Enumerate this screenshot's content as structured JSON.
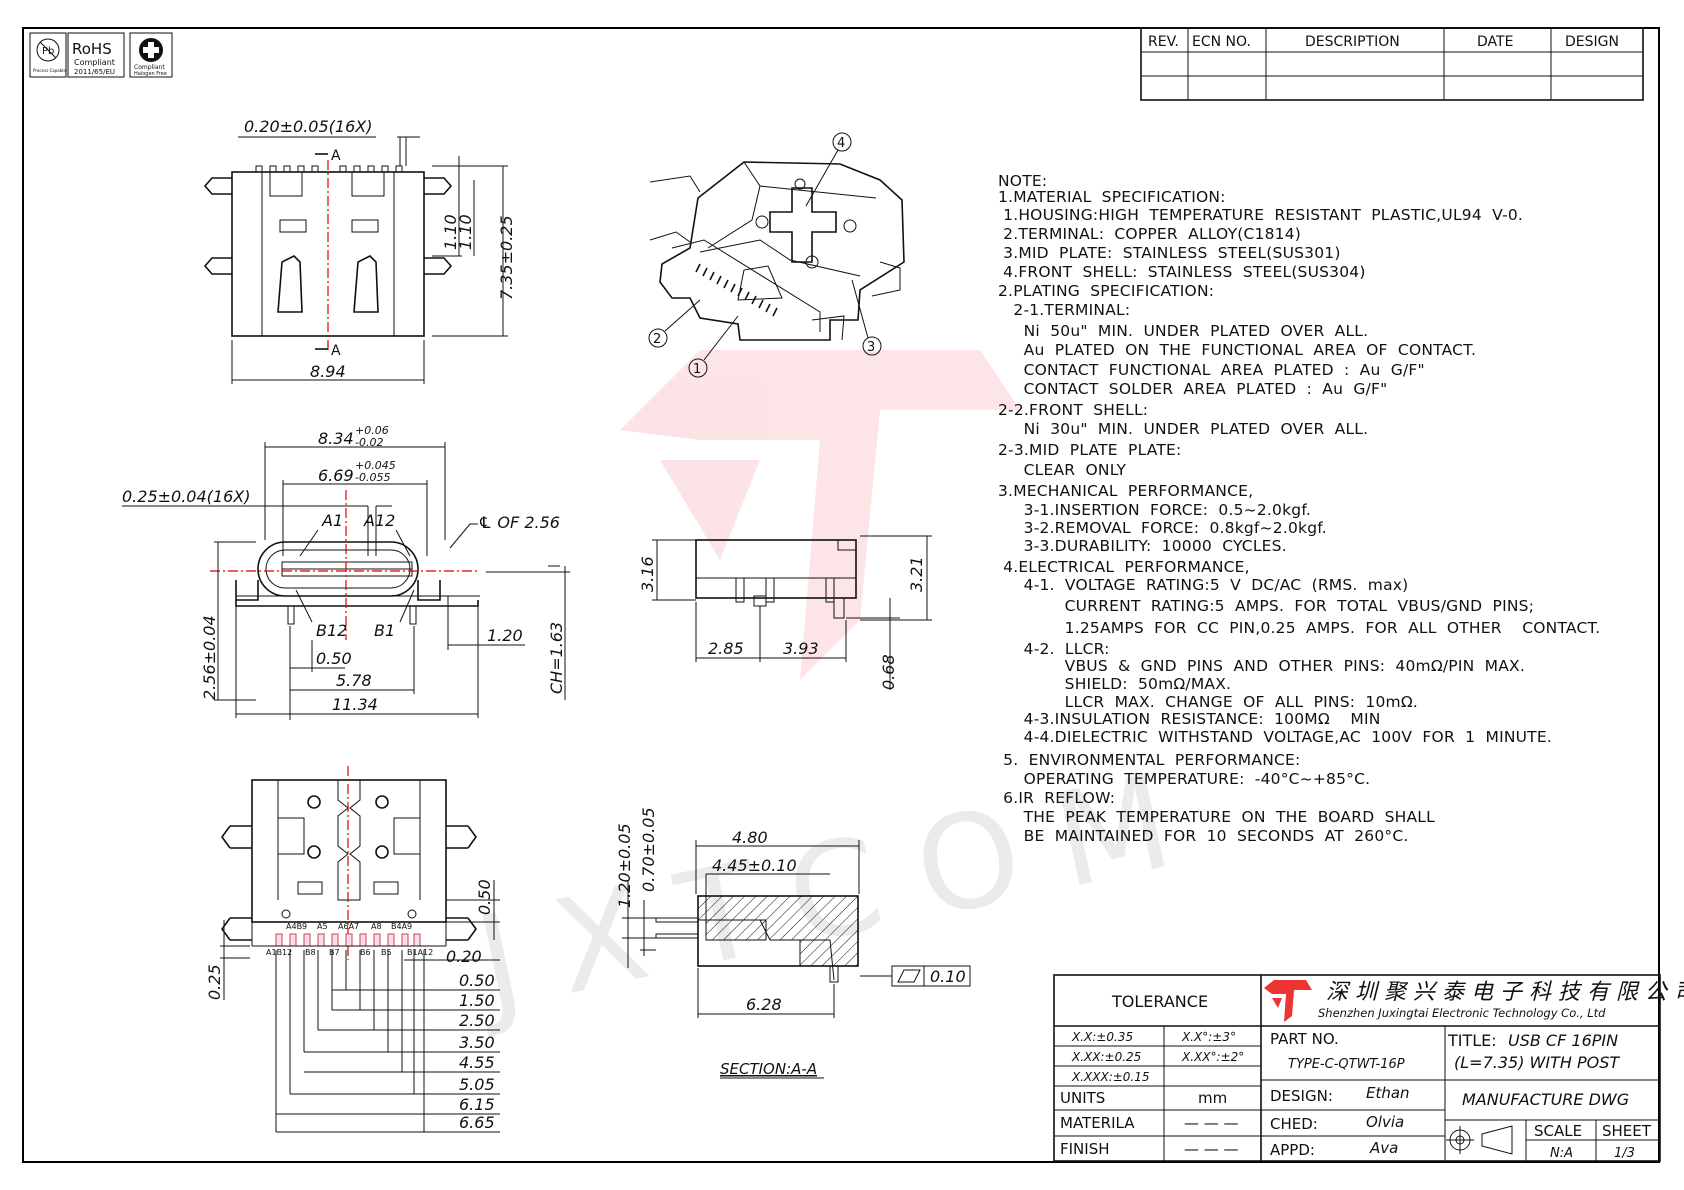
{
  "certifications": [
    {
      "name": "pb-free-icon",
      "line1": "Pb",
      "line2": "Process Capable"
    },
    {
      "name": "rohs-badge",
      "line1": "RoHS",
      "line2": "Compliant",
      "line3": "2011/65/EU"
    },
    {
      "name": "halogen-free-icon",
      "line1": "Compliant",
      "line2": "Halogen Free"
    }
  ],
  "revision_table": {
    "headers": [
      "REV.",
      "ECN  NO.",
      "DESCRIPTION",
      "DATE",
      "DESIGN"
    ]
  },
  "watermark": "JXTCOM",
  "top_view": {
    "dims": [
      "0.20±0.05(16X)",
      "A",
      "A",
      "1.10",
      "1.10",
      "7.35±0.25",
      "8.94"
    ]
  },
  "front_view": {
    "dims": [
      "8.34",
      "+0.06",
      "-0.02",
      "6.69",
      "+0.045",
      "-0.055",
      "0.25±0.04(16X)",
      "A1",
      "A12",
      "℄  OF 2.56",
      "B12",
      "B1",
      "1.20",
      "0.50",
      "5.78",
      "11.34",
      "2.56±0.04",
      "CH=1.63"
    ]
  },
  "side_view": {
    "dims": [
      "3.16",
      "3.21",
      "2.85",
      "3.93",
      "0.68"
    ]
  },
  "bottom_view": {
    "pins_top": [
      "A4B9",
      "A5",
      "A6A7",
      "A8",
      "B4A9"
    ],
    "pins_bottom": [
      "A1B12",
      "B8",
      "B7",
      "B6",
      "B5",
      "B1A12"
    ],
    "dims": [
      "0.50",
      "0.20",
      "0.25",
      "0.50",
      "1.50",
      "2.50",
      "3.50",
      "4.55",
      "5.05",
      "6.15",
      "6.65"
    ]
  },
  "section_view": {
    "dims": [
      "4.80",
      "4.45±0.10",
      "1.20±0.05",
      "0.70±0.05",
      "0.10",
      "6.28"
    ],
    "label": "SECTION:A-A"
  },
  "iso_callouts": [
    "1",
    "2",
    "3",
    "4"
  ],
  "notes": [
    "NOTE:",
    "1.MATERIAL  SPECIFICATION:",
    " 1.HOUSING:HIGH  TEMPERATURE  RESISTANT  PLASTIC,UL94  V-0.",
    " 2.TERMINAL:  COPPER  ALLOY(C1814)",
    " 3.MID  PLATE:  STAINLESS  STEEL(SUS301)",
    " 4.FRONT  SHELL:  STAINLESS  STEEL(SUS304)",
    "2.PLATING  SPECIFICATION:",
    "   2-1.TERMINAL:",
    "     Ni  50u\"  MIN.  UNDER  PLATED  OVER  ALL.",
    "     Au  PLATED  ON  THE  FUNCTIONAL  AREA  OF  CONTACT.",
    "     CONTACT  FUNCTIONAL  AREA  PLATED  :  Au  G/F\"",
    "     CONTACT  SOLDER  AREA  PLATED  :  Au  G/F\"",
    "2-2.FRONT  SHELL:",
    "     Ni  30u\"  MIN.  UNDER  PLATED  OVER  ALL.",
    "2-3.MID  PLATE  PLATE:",
    "     CLEAR  ONLY",
    "3.MECHANICAL  PERFORMANCE,",
    "     3-1.INSERTION  FORCE:  0.5~2.0kgf.",
    "     3-2.REMOVAL  FORCE:  0.8kgf~2.0kgf.",
    "     3-3.DURABILITY:  10000  CYCLES.",
    " 4.ELECTRICAL  PERFORMANCE,",
    "     4-1.  VOLTAGE  RATING:5  V  DC/AC  (RMS.  max)",
    "             CURRENT  RATING:5  AMPS.  FOR  TOTAL  VBUS/GND  PINS;",
    "             1.25AMPS  FOR  CC  PIN,0.25  AMPS.  FOR  ALL  OTHER    CONTACT.",
    "     4-2.  LLCR:",
    "             VBUS  &  GND  PINS  AND  OTHER  PINS:  40mΩ/PIN  MAX.",
    "             SHIELD:  50mΩ/MAX.",
    "             LLCR  MAX.  CHANGE  OF  ALL  PINS:  10mΩ.",
    "     4-3.INSULATION  RESISTANCE:  100MΩ    MIN",
    "     4-4.DIELECTRIC  WITHSTAND  VOLTAGE,AC  100V  FOR  1  MINUTE.",
    " 5.  ENVIRONMENTAL  PERFORMANCE:",
    "     OPERATING  TEMPERATURE:  -40°C~+85°C.",
    " 6.IR  REFLOW:",
    "     THE  PEAK  TEMPERATURE  ON  THE  BOARD  SHALL",
    "     BE  MAINTAINED  FOR  10  SECONDS  AT  260°C."
  ],
  "title_block": {
    "tolerance_label": "TOLERANCE",
    "tolerances": [
      [
        "X.X:±0.35",
        "X.X°:±3°"
      ],
      [
        "X.XX:±0.25",
        "X.XX°:±2°"
      ],
      [
        "X.XXX:±0.15",
        ""
      ]
    ],
    "rows": [
      [
        "UNITS",
        "mm"
      ],
      [
        "MATERILA",
        "— — —"
      ],
      [
        "FINISH",
        "— — —"
      ]
    ],
    "company_cn": "深 圳 聚 兴 泰 电 子 科 技 有 限 公 司",
    "company_en": "Shenzhen Juxingtai Electronic Technology Co., Ltd",
    "part_no_label": "PART  NO.",
    "part_no": "TYPE-C-QTWT-16P",
    "title_label": "TITLE:",
    "title_line1": "USB  CF  16PIN",
    "title_line2": "(L=7.35)  WITH  POST",
    "design_label": "DESIGN:",
    "design": "Ethan",
    "ched_label": "CHED:",
    "ched": "Olvia",
    "appd_label": "APPD:",
    "appd": "Ava",
    "manufacture": "MANUFACTURE  DWG",
    "scale_label": "SCALE",
    "scale": "N:A",
    "sheet_label": "SHEET",
    "sheet": "1/3"
  }
}
